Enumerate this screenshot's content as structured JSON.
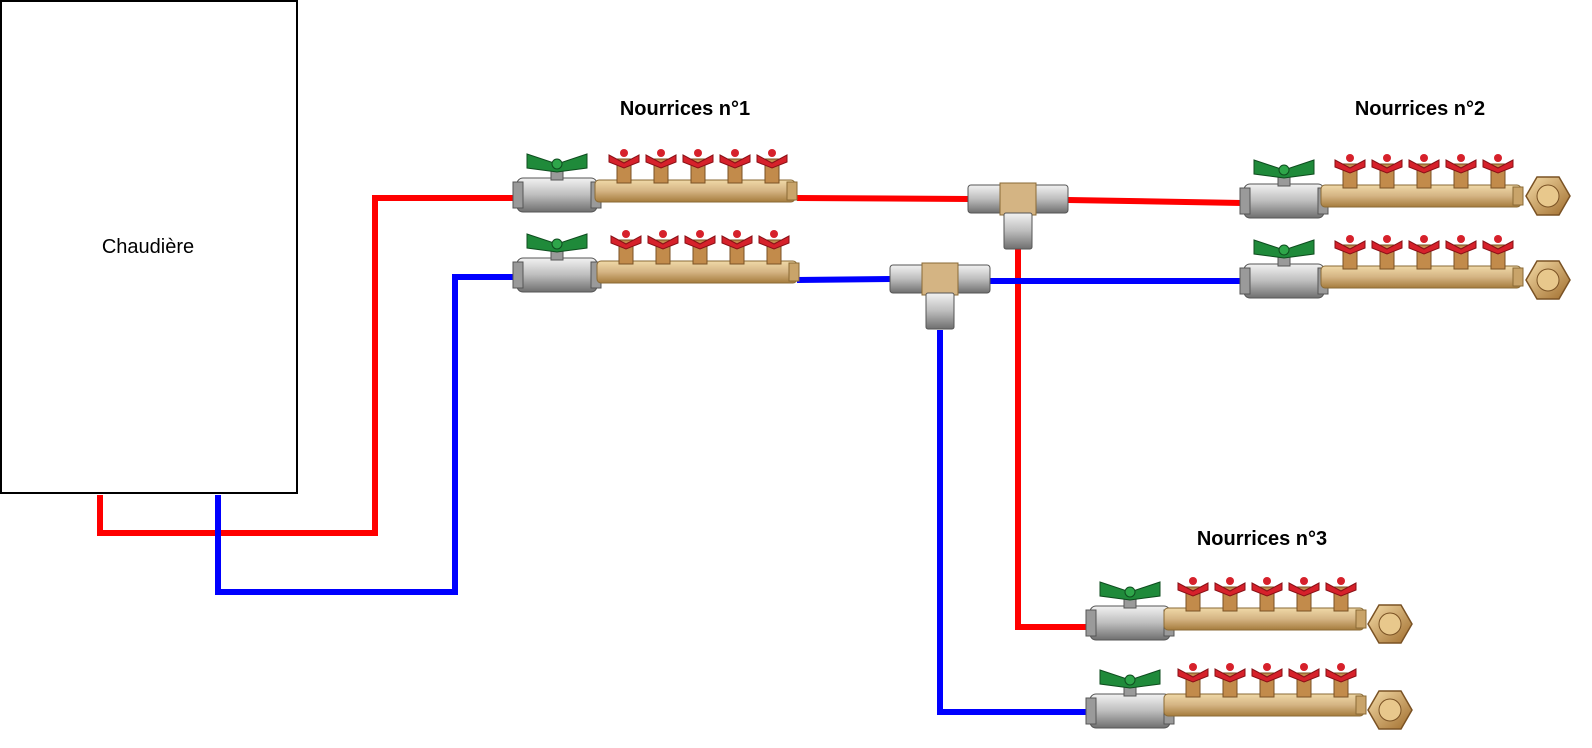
{
  "boiler": {
    "label": "Chaudière"
  },
  "manifolds": [
    {
      "title": "Nourrices n°1"
    },
    {
      "title": "Nourrices n°2"
    },
    {
      "title": "Nourrices n°3"
    }
  ],
  "colors": {
    "supply_pipe": "#ff0000",
    "return_pipe": "#0000ff",
    "brass": "#d4b483",
    "brass_dark": "#a67c3d",
    "valve_handle_red": "#d6212b",
    "main_valve_handle": "#1f8a3a",
    "valve_body": "#b8b8b8"
  },
  "icons": {
    "manifold": "brass-manifold-icon",
    "main_valve": "ball-valve-icon",
    "tee": "tee-fitting-icon",
    "cap": "end-cap-icon"
  }
}
